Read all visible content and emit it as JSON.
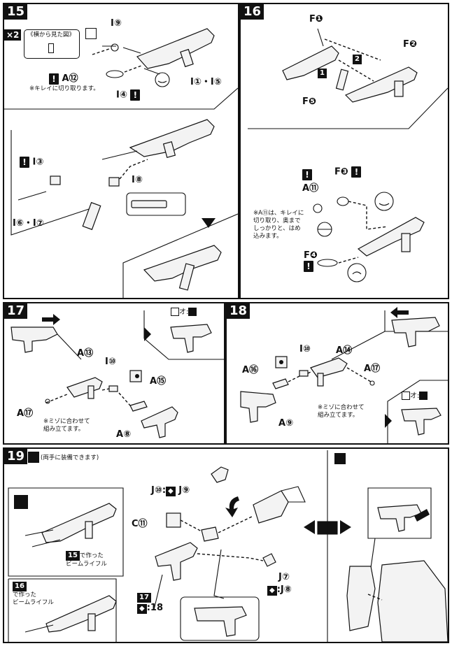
{
  "steps": {
    "s15": {
      "number": "15",
      "multiplier": "×2",
      "side_view_label": "《横から見た図》",
      "part_i9": "I",
      "part_i9_num": "⑨",
      "part_a12": "A",
      "part_a12_num": "⑫",
      "clean_cut_note": "※キレイに切り取ります。",
      "part_i4": "I",
      "part_i4_num": "④",
      "part_i1_i5": "I",
      "part_i1_i5_nums": "①・I⑤",
      "part_i3": "I",
      "part_i3_num": "③",
      "part_i8": "I",
      "part_i8_num": "⑧",
      "part_i6_i7": "I",
      "part_i6_i7_nums": "⑥・I⑦"
    },
    "s16": {
      "number": "16",
      "part_f1": "F",
      "part_f1_num": "❶",
      "part_f2": "F",
      "part_f2_num": "❷",
      "part_f5": "F",
      "part_f5_num": "❺",
      "order_1": "1",
      "order_2": "2",
      "part_a11": "A",
      "part_a11_num": "⑪",
      "part_f3": "F",
      "part_f3_num": "❸",
      "part_f4": "F",
      "part_f4_num": "❹",
      "a11_note": "※A⑪は、キレイに\n切り取り、奥まで\nしっかりと、はめ\n込みます。"
    },
    "s17": {
      "number": "17",
      "part_a13": "A",
      "part_a13_num": "⑬",
      "part_i10": "I",
      "part_i10_num": "⑩",
      "part_a15": "A",
      "part_a15_num": "⑮",
      "part_a17": "A",
      "part_a17_num": "⑰",
      "part_a8": "A",
      "part_a8_num": "⑧",
      "groove_note": "※ミゾに合わせて\n組み立てます。",
      "ref_label": "オ:"
    },
    "s18": {
      "number": "18",
      "part_i10": "I",
      "part_i10_num": "⑩",
      "part_a14": "A",
      "part_a14_num": "⑭",
      "part_a16": "A",
      "part_a16_num": "⑯",
      "part_a17": "A",
      "part_a17_num": "⑰",
      "part_a9": "A",
      "part_a9_num": "⑨",
      "groove_note": "※ミゾに合わせて\n組み立てます。",
      "ref_label": "オ:"
    },
    "s19": {
      "number": "19",
      "both_hands_note": "(両手に装備できます)",
      "part_j10": "J⑩:",
      "part_j9": "J⑨",
      "part_c11": "C⑪",
      "part_j7": "J⑦",
      "part_j8": ":J⑧",
      "from15_num": "15",
      "from15_text": "で作った\nビームライフル",
      "from16_num": "16",
      "from16_text": "で作った\nビームライフル",
      "from17_num": "17",
      "from18_text": ":18"
    }
  }
}
